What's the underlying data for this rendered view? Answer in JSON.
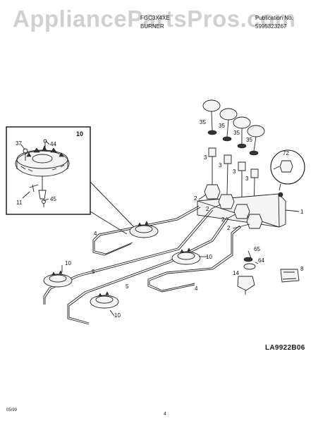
{
  "watermark": "AppliancePartsPros.com",
  "header": {
    "model": "FGC3X4XE",
    "section": "BURNER",
    "publication_label": "Publication No.",
    "publication_number": "5995323267"
  },
  "inset": {
    "title": "10",
    "callouts": [
      "37",
      "44",
      "11",
      "45"
    ]
  },
  "callouts": [
    "35",
    "35",
    "35",
    "35",
    "3",
    "3",
    "3",
    "3",
    "72",
    "2",
    "2",
    "2",
    "2",
    "1",
    "4",
    "10",
    "5",
    "5",
    "10",
    "4",
    "65",
    "64",
    "14",
    "8",
    "10"
  ],
  "diagram_code": "LA9922B06",
  "footer": {
    "date": "05/99",
    "page": "4"
  }
}
